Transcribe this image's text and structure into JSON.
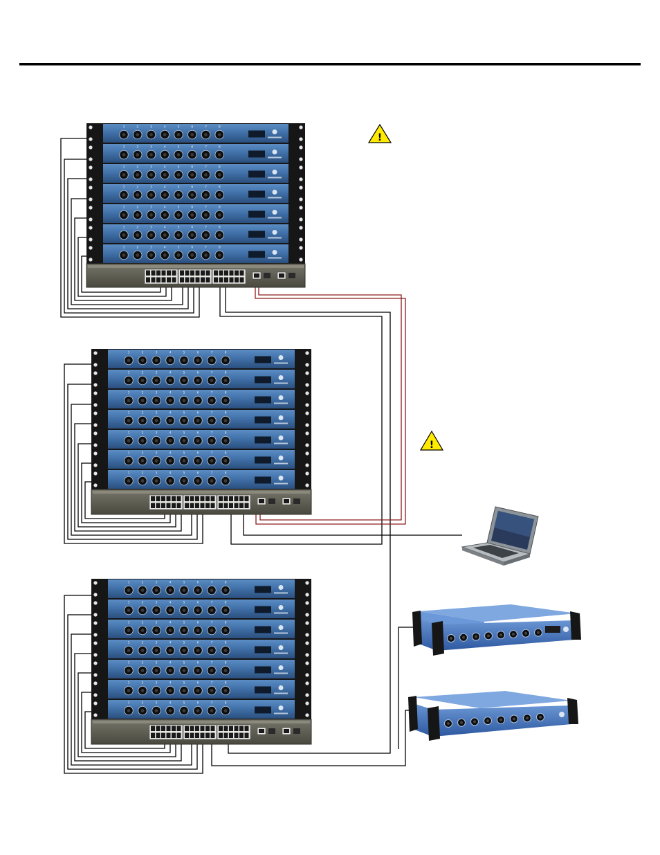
{
  "page": {
    "background": "#ffffff",
    "rule_color": "#000000"
  },
  "colors": {
    "device_blue": "#3f6fa6",
    "device_blue_dark": "#2b4f7e",
    "rack_ear": "#161616",
    "switch_body": "#5b5a4e",
    "cable": "#000000",
    "uplink_cable": "#8b1a1a",
    "warning": "#ffeb00"
  },
  "diagram": {
    "racks": [
      {
        "name": "rack-1",
        "stageboxes": 7,
        "switch": true
      },
      {
        "name": "rack-2",
        "stageboxes": 7,
        "switch": true
      },
      {
        "name": "rack-3",
        "stageboxes": 7,
        "switch": true
      }
    ],
    "channel_numbers": [
      "1",
      "2",
      "3",
      "4",
      "5",
      "6",
      "7",
      "8"
    ],
    "warnings": [
      {
        "name": "warning-icon-top",
        "symbol": "!"
      },
      {
        "name": "warning-icon-middle",
        "symbol": "!"
      }
    ],
    "peripherals": [
      "laptop-icon",
      "desktop-stagebox-1",
      "desktop-stagebox-2"
    ]
  }
}
